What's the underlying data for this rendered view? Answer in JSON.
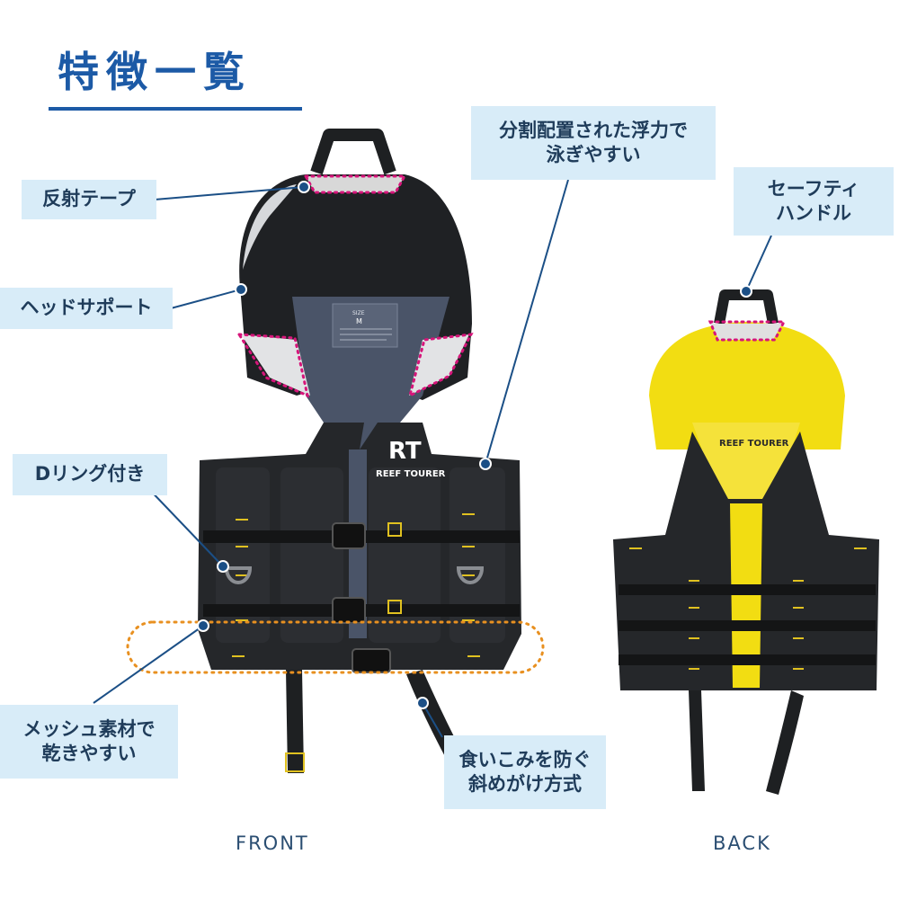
{
  "title": "特徴一覧",
  "callouts": {
    "reflective_tape": "反射テープ",
    "head_support": "ヘッドサポート",
    "d_ring": "Dリング付き",
    "mesh": "メッシュ素材で\n乾きやすい",
    "split_buoyancy": "分割配置された浮力で\n泳ぎやすい",
    "safety_handle": "セーフティ\nハンドル",
    "diagonal_strap": "食いこみを防ぐ\n斜めがけ方式"
  },
  "views": {
    "front": "FRONT",
    "back": "BACK"
  },
  "front_vest": {
    "brand": "REEF TOURER",
    "size_tag_size": "M"
  },
  "back_vest": {
    "brand": "REEF TOURER"
  },
  "colors": {
    "title": "#1c5aa6",
    "callout_bg": "#d8ecf8",
    "leader_line": "#1b4f86",
    "highlight_pink": "#d6157a",
    "highlight_orange": "#e89020",
    "vest_black": "#1e2022",
    "vest_navy": "#4a5468",
    "vest_yellow": "#f2dd12"
  }
}
